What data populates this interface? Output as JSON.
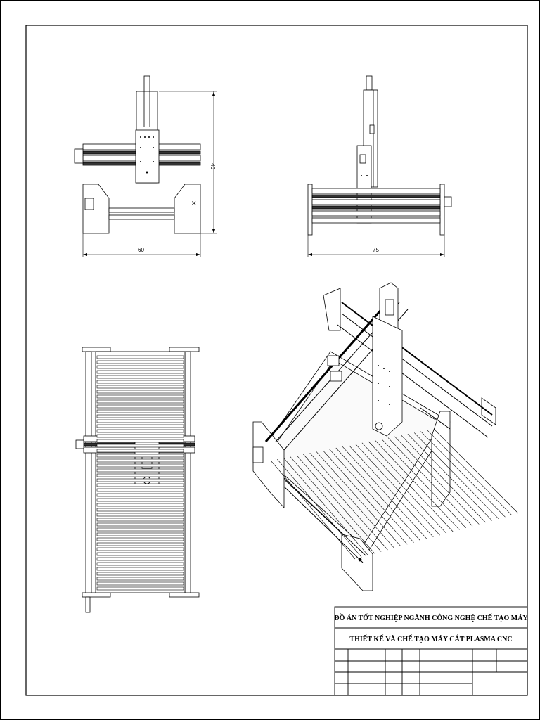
{
  "dimensions": {
    "front_height": "40",
    "front_width": "60",
    "side_width": "75"
  },
  "title_block": {
    "project_line": "ĐỒ ÁN TỐT NGHIỆP NGÀNH CÔNG NGHỆ CHẾ TẠO MÁY",
    "drawing_title": "THIẾT KẾ VÀ CHẾ TẠO MÁY CẮT PLASMA CNC"
  }
}
